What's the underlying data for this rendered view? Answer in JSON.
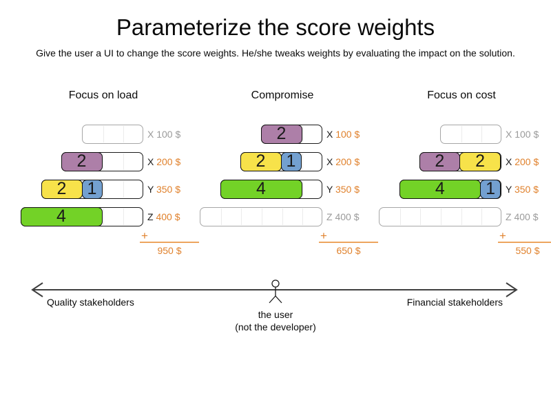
{
  "title": "Parameterize the score weights",
  "subtitle": "Give the user a UI to change the score weights. He/she tweaks weights by evaluating the impact on the solution.",
  "columns": [
    {
      "title": "Focus on load",
      "plus": "+",
      "total": "950 $",
      "rows": [
        {
          "resource": "X",
          "price": "100 $",
          "capacity": 3,
          "active": false,
          "fills": []
        },
        {
          "resource": "X",
          "price": "200 $",
          "capacity": 4,
          "active": true,
          "fills": [
            {
              "value": "2",
              "color": "plum",
              "units": 2
            }
          ]
        },
        {
          "resource": "Y",
          "price": "350 $",
          "capacity": 5,
          "active": true,
          "fills": [
            {
              "value": "2",
              "color": "yellow",
              "units": 2
            },
            {
              "value": "1",
              "color": "blue",
              "units": 1
            }
          ]
        },
        {
          "resource": "Z",
          "price": "400 $",
          "capacity": 6,
          "active": true,
          "fills": [
            {
              "value": "4",
              "color": "green",
              "units": 4
            }
          ]
        }
      ]
    },
    {
      "title": "Compromise",
      "plus": "+",
      "total": "650 $",
      "rows": [
        {
          "resource": "X",
          "price": "100 $",
          "capacity": 3,
          "active": true,
          "fills": [
            {
              "value": "2",
              "color": "plum",
              "units": 2
            }
          ]
        },
        {
          "resource": "X",
          "price": "200 $",
          "capacity": 4,
          "active": true,
          "fills": [
            {
              "value": "2",
              "color": "yellow",
              "units": 2
            },
            {
              "value": "1",
              "color": "blue",
              "units": 1
            }
          ]
        },
        {
          "resource": "Y",
          "price": "350 $",
          "capacity": 5,
          "active": true,
          "fills": [
            {
              "value": "4",
              "color": "green",
              "units": 4
            }
          ]
        },
        {
          "resource": "Z",
          "price": "400 $",
          "capacity": 6,
          "active": false,
          "fills": []
        }
      ]
    },
    {
      "title": "Focus on cost",
      "plus": "+",
      "total": "550 $",
      "rows": [
        {
          "resource": "X",
          "price": "100 $",
          "capacity": 3,
          "active": false,
          "fills": []
        },
        {
          "resource": "X",
          "price": "200 $",
          "capacity": 4,
          "active": true,
          "fills": [
            {
              "value": "2",
              "color": "plum",
              "units": 2
            },
            {
              "value": "2",
              "color": "yellow",
              "units": 2
            }
          ]
        },
        {
          "resource": "Y",
          "price": "350 $",
          "capacity": 5,
          "active": true,
          "fills": [
            {
              "value": "4",
              "color": "green",
              "units": 4
            },
            {
              "value": "1",
              "color": "blue",
              "units": 1
            }
          ]
        },
        {
          "resource": "Z",
          "price": "400 $",
          "capacity": 6,
          "active": false,
          "fills": []
        }
      ]
    }
  ],
  "axis": {
    "left_label": "Quality stakeholders",
    "right_label": "Financial stakeholders",
    "user_line1": "the user",
    "user_line2": "(not the developer)"
  },
  "colors": {
    "plum": "#ad7fa8",
    "yellow": "#f7e24a",
    "blue": "#73a0d0",
    "green": "#73d227",
    "orange_text": "#e0812c",
    "orange_line": "#eda55e",
    "gray_label": "#9a9a9a",
    "arrow": "#3f3f3f"
  }
}
